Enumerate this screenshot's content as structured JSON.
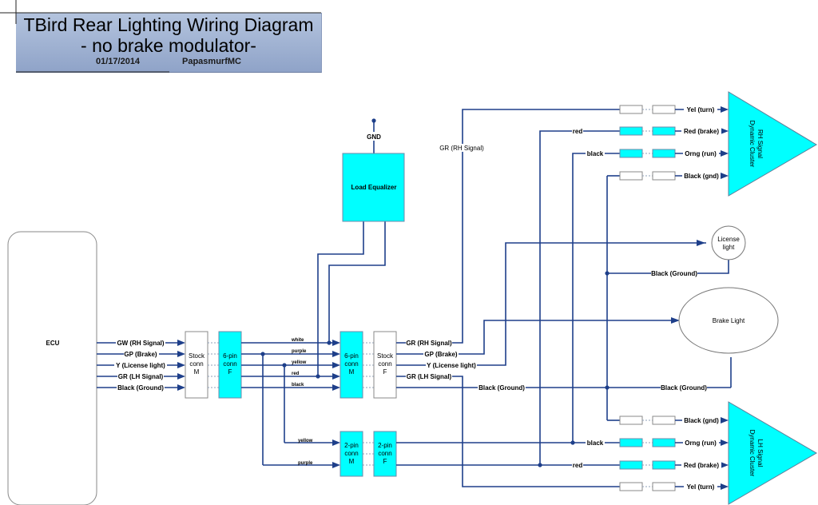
{
  "title": {
    "line1": "TBird Rear Lighting Wiring Diagram",
    "line2": "- no brake modulator-",
    "date": "01/17/2014",
    "author": "PapasmurfMC",
    "bg_color": "#9fb1d4"
  },
  "colors": {
    "wire": "#1e3f8a",
    "connector_fill": "#00ffff",
    "box_stroke": "#8a8a8a"
  },
  "ecu": {
    "label": "ECU",
    "outputs": [
      "GW (RH Signal)",
      "GP (Brake)",
      "Y (License light)",
      "GR (LH Signal)",
      "Black (Ground)"
    ]
  },
  "connectors": {
    "stock_m": [
      "Stock",
      "conn",
      "M"
    ],
    "six_pin_f": [
      "6-pin",
      "conn",
      "F"
    ],
    "six_pin_m": [
      "6-pin",
      "conn",
      "M"
    ],
    "stock_f": [
      "Stock",
      "conn",
      "F"
    ],
    "two_pin_m": [
      "2-pin",
      "conn",
      "M"
    ],
    "two_pin_f": [
      "2-pin",
      "conn",
      "F"
    ]
  },
  "six_pin_wires": [
    "white",
    "purple",
    "yellow",
    "red",
    "black"
  ],
  "two_pin_wires": [
    "yellow",
    "purple"
  ],
  "load_equalizer": {
    "label": "Load Equalizer",
    "gnd_label": "GND"
  },
  "stock_f_outputs": [
    "GR (RH Signal)",
    "GP (Brake)",
    "Y (License light)",
    "GR (LH Signal)",
    "Black (Ground)"
  ],
  "vertical_label": "GR (RH Signal)",
  "rh_cluster": {
    "label_line1": "RH Signal",
    "label_line2": "Dynamic Cluster",
    "inputs": [
      "Yel (turn)",
      "Red (brake)",
      "Orng (run)",
      "Black (gnd)"
    ],
    "wire_labels": [
      "",
      "red",
      "black",
      ""
    ]
  },
  "lh_cluster": {
    "label_line1": "LH Signal",
    "label_line2": "Dynamic Cluster",
    "inputs": [
      "Black (gnd)",
      "Orng (run)",
      "Red (brake)",
      "Yel (turn)"
    ],
    "wire_labels": [
      "",
      "black",
      "red",
      ""
    ]
  },
  "license_light": {
    "label_line1": "License",
    "label_line2": "light",
    "ground_label": "Black (Ground)"
  },
  "brake_light": {
    "label": "Brake Light",
    "ground_label": "Black (Ground)"
  }
}
